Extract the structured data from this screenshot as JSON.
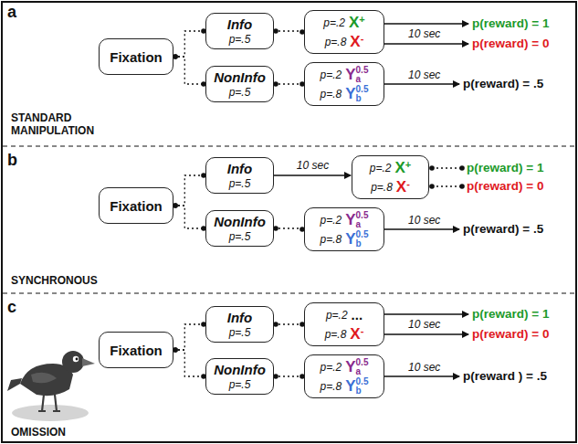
{
  "diagram": {
    "nodes": [
      {
        "text": [
          "Fixation"
        ]
      },
      {
        "text": [
          "Info",
          "p=.5"
        ]
      },
      {
        "text": [
          "NonInfo",
          "p=.5"
        ]
      },
      {
        "text": [
          "p=.2",
          "X",
          "+",
          "p=.8",
          "X",
          "-"
        ]
      },
      {
        "text": [
          "p=.2",
          "Y",
          "0.5",
          "a",
          "p=.8",
          "Y",
          "0.5",
          "b"
        ]
      },
      {
        "text": [
          "Fixation"
        ]
      },
      {
        "text": [
          "Info",
          "p=.5"
        ]
      },
      {
        "text": [
          "NonInfo",
          "p=.5"
        ]
      },
      {
        "text": [
          "p=.2",
          "X",
          "+",
          "p=.8",
          "X",
          "-"
        ]
      },
      {
        "text": [
          "p=.2",
          "Y",
          "0.5",
          "a",
          "p=.8",
          "Y",
          "0.5",
          "b"
        ]
      },
      {
        "text": [
          "Fixation"
        ]
      },
      {
        "text": [
          "Info",
          "p=.5"
        ]
      },
      {
        "text": [
          "NonInfo",
          "p=.5"
        ]
      },
      {
        "text": [
          "p=.2",
          "...",
          "p=.8",
          "X",
          "-"
        ]
      },
      {
        "text": [
          "p=.2",
          "Y",
          "0.5",
          "a",
          "p=.8",
          "Y",
          "0.5",
          "b"
        ]
      }
    ],
    "edges": [
      {
        "from": 0,
        "to": 1,
        "arrow": "none"
      },
      {
        "from": 0,
        "to": 2,
        "arrow": "none"
      },
      {
        "from": 1,
        "to": 3,
        "arrow": "none"
      },
      {
        "from": 2,
        "to": 4,
        "arrow": "none"
      },
      {
        "from": 5,
        "to": 6,
        "arrow": "none"
      },
      {
        "from": 5,
        "to": 7,
        "arrow": "none"
      },
      {
        "from": 6,
        "to": 8,
        "label": "10 sec",
        "arrow": "to"
      },
      {
        "from": 7,
        "to": 9,
        "arrow": "none"
      },
      {
        "from": 10,
        "to": 11,
        "arrow": "none"
      },
      {
        "from": 10,
        "to": 12,
        "arrow": "none"
      },
      {
        "from": 11,
        "to": 13,
        "arrow": "none"
      },
      {
        "from": 12,
        "to": 14,
        "arrow": "none"
      }
    ],
    "labels": [
      "a",
      "STANDARD MANIPULATION",
      "10 sec",
      "p(reward) = 1",
      "p(reward) = 0",
      "10 sec",
      "p(reward) = .5",
      "b",
      "SYNCHRONOUS",
      "p(reward) = 1",
      "p(reward) = 0",
      "10 sec",
      "p(reward) = .5",
      "c",
      "OMISSION",
      "10 sec",
      "p(reward) = 1",
      "p(reward) = 0",
      "10 sec",
      "p(reward ) = .5"
    ]
  }
}
